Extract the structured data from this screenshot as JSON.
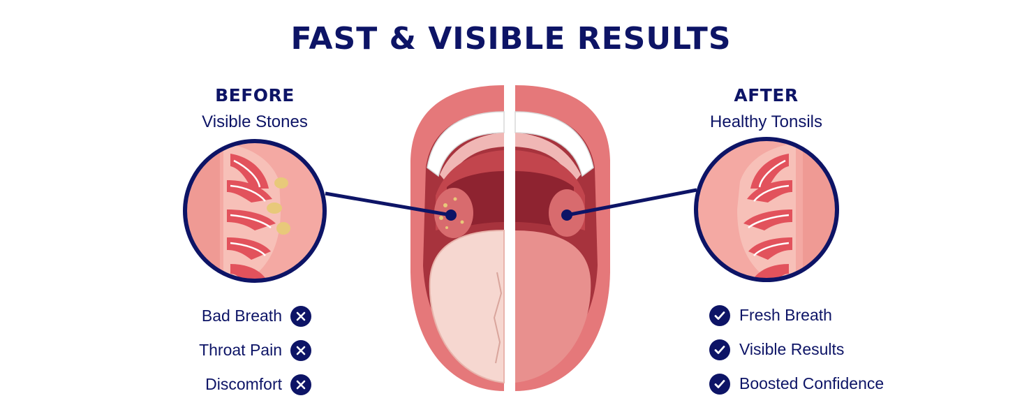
{
  "title": "FAST & VISIBLE RESULTS",
  "before": {
    "heading": "BEFORE",
    "subheading": "Visible Stones",
    "items": [
      "Bad Breath",
      "Throat Pain",
      "Discomfort"
    ],
    "icon": "x-circle-icon"
  },
  "after": {
    "heading": "AFTER",
    "subheading": "Healthy Tonsils",
    "items": [
      "Fresh Breath",
      "Visible Results",
      "Boosted Confidence"
    ],
    "icon": "check-circle-icon"
  },
  "colors": {
    "navy": "#0d1466",
    "lip": "#e5787a",
    "throat": "#a7333d",
    "tongue_before": "#f6d7d0",
    "tongue_after": "#e8908e",
    "stone": "#e8c97a"
  }
}
